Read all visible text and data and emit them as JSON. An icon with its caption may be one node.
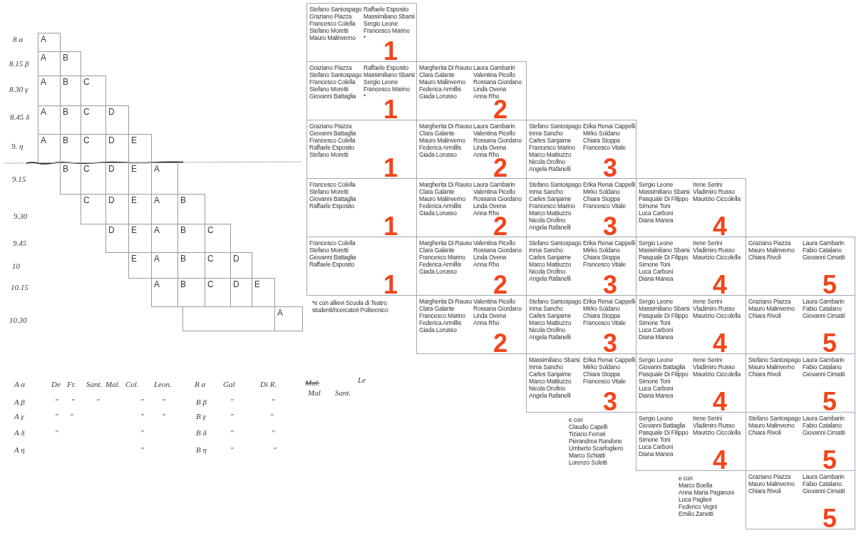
{
  "diagram": {
    "nodes": [
      {
        "text": [
          "A"
        ]
      },
      {
        "text": [
          "A"
        ]
      },
      {
        "text": [
          "B"
        ]
      },
      {
        "text": [
          "A"
        ]
      },
      {
        "text": [
          "B"
        ]
      },
      {
        "text": [
          "C"
        ]
      },
      {
        "text": [
          "A"
        ]
      },
      {
        "text": [
          "B"
        ]
      },
      {
        "text": [
          "C"
        ]
      },
      {
        "text": [
          "D"
        ]
      },
      {
        "text": [
          "A"
        ]
      },
      {
        "text": [
          "B"
        ]
      },
      {
        "text": [
          "C"
        ]
      },
      {
        "text": [
          "D"
        ]
      },
      {
        "text": [
          "E"
        ]
      },
      {
        "text": [
          "B"
        ]
      },
      {
        "text": [
          "C"
        ]
      },
      {
        "text": [
          "D"
        ]
      },
      {
        "text": [
          "E"
        ]
      },
      {
        "text": [
          "A"
        ]
      },
      {
        "text": [
          "C"
        ]
      },
      {
        "text": [
          "D"
        ]
      },
      {
        "text": [
          "E"
        ]
      },
      {
        "text": [
          "A"
        ]
      },
      {
        "text": [
          "B"
        ]
      },
      {
        "text": [
          "D"
        ]
      },
      {
        "text": [
          "E"
        ]
      },
      {
        "text": [
          "A"
        ]
      },
      {
        "text": [
          "B"
        ]
      },
      {
        "text": [
          "C"
        ]
      },
      {
        "text": [
          "E"
        ]
      },
      {
        "text": [
          "A"
        ]
      },
      {
        "text": [
          "B"
        ]
      },
      {
        "text": [
          "C"
        ]
      },
      {
        "text": [
          "D"
        ]
      },
      {
        "text": [
          "A"
        ]
      },
      {
        "text": [
          "B"
        ]
      },
      {
        "text": [
          "C"
        ]
      },
      {
        "text": [
          "D"
        ]
      },
      {
        "text": [
          "E"
        ]
      },
      {
        "text": [],
        "shape": "box"
      },
      {
        "text": [
          "A"
        ]
      },
      {
        "text": [
          "Stefano Santospago",
          "Graziano Piazza",
          "Francesco Colella",
          "Stefano Moretti",
          "Mauro Malinverno",
          "Raffaele Esposito",
          "Massimiliano Sbarsi",
          "Sergio Leone",
          "Francesco Marino",
          "*",
          "1"
        ]
      },
      {
        "text": [
          "Graziano Piazza",
          "Stefano Santospago",
          "Francesco Colella",
          "Stefano Moretti",
          "Giovanni Battaglia",
          "Raffaele Esposito",
          "Massimiliano Sbarsi",
          "Sergio Leone",
          "Francesco Marino",
          "*",
          "1"
        ]
      },
      {
        "text": [
          "Margherita Di Rauso",
          "Clara Galante",
          "Mauro Malinverno",
          "Federica Armillis",
          "Giada Lorusso",
          "Laura Gambarin",
          "Valentina Picello",
          "Rossana Giordano",
          "Linda Ovena",
          "Anna Rho",
          "2"
        ]
      },
      {
        "text": [
          "Graziano Piazza",
          "Giovanni Battaglia",
          "Francesco Colella",
          "Raffaele Esposito",
          "Stefano Moretti",
          "1"
        ]
      },
      {
        "text": [
          "Margherita Di Rauso",
          "Clara Galante",
          "Mauro Malinverno",
          "Federica Armillis",
          "Giada Lorusso",
          "Laura Gambarin",
          "Valentina Picello",
          "Rossana Giordano",
          "Linda Ovena",
          "Anna Rho",
          "2"
        ]
      },
      {
        "text": [
          "Stefano Santospago",
          "Inma Sancho",
          "Carles Sanjaime",
          "Francesco Marino",
          "Marco Mattiuzzo",
          "Nicola Orofino",
          "Angela Rafanelli",
          "Erika Renai Cappelli",
          "Mirko Soldano",
          "Chiara Stoppa",
          "Francesco Vitale",
          "3"
        ]
      },
      {
        "text": [
          "Francesco Colella",
          "Stefano Moretti",
          "Giovanni Battaglia",
          "Raffaele Esposito",
          "1"
        ]
      },
      {
        "text": [
          "Margherita Di Rauso",
          "Clara Galante",
          "Mauro Malinverno",
          "Federica Armillis",
          "Giada Lorusso",
          "Laura Gambarin",
          "Valentina Picello",
          "Rossana Giordano",
          "Linda Ovena",
          "Anna Rho",
          "2"
        ]
      },
      {
        "text": [
          "Stefano Santospago",
          "Inma Sancho",
          "Carles Sanjaime",
          "Francesco Marino",
          "Marco Mattiuzzo",
          "Nicola Orofino",
          "Angela Rafanelli",
          "Erika Renai Cappelli",
          "Mirko Soldano",
          "Chiara Stoppa",
          "Francesco Vitale",
          "3"
        ]
      },
      {
        "text": [
          "Sergio Leone",
          "Massimiliano Sbarsi",
          "Pasquale Di Filippo",
          "Simone Toni",
          "Luca Carboni",
          "Diana Manea",
          "Irene Serini",
          "Vladimiro Russo",
          "Maurizio Ciccolella",
          "4"
        ]
      },
      {
        "text": [
          "Francesco Colella",
          "Stefano Moretti",
          "Giovanni Battaglia",
          "Raffaele Esposito",
          "1"
        ]
      },
      {
        "text": [
          "Margherita Di Rauso",
          "Clara Galante",
          "Francesco Marino",
          "Federica Armillis",
          "Giada Lorusso",
          "Valentina Picello",
          "Rossana Giordano",
          "Linda Ovena",
          "Anna Rho",
          "2"
        ]
      },
      {
        "text": [
          "Stefano Santospago",
          "Inma Sancho",
          "Carles Sanjaime",
          "Marco Mattiuzzo",
          "Nicola Orofino",
          "Angela Rafanelli",
          "Erika Renai Cappelli",
          "Mirko Soldano",
          "Chiara Stoppa",
          "Francesco Vitale",
          "3"
        ]
      },
      {
        "text": [
          "Sergio Leone",
          "Massimiliano Sbarsi",
          "Pasquale Di Filippo",
          "Simone Toni",
          "Luca Carboni",
          "Diana Manea",
          "Irene Serini",
          "Vladimiro Russo",
          "Maurizio Ciccolella",
          "4"
        ]
      },
      {
        "text": [
          "Graziano Piazza",
          "Mauro Malinverno",
          "Chiara Rivoli",
          "Laura Gambarin",
          "Fabio Catalano",
          "Giovanni Cimatti",
          "5"
        ]
      },
      {
        "text": [
          "Margherita Di Rauso",
          "Clara Galante",
          "Francesco Marino",
          "Federica Armillis",
          "Giada Lorusso",
          "Valentina Picello",
          "Rossana Giordano",
          "Linda Ovena",
          "Anna Rho",
          "2"
        ]
      },
      {
        "text": [
          "Stefano Santospago",
          "Inma Sancho",
          "Carles Sanjaime",
          "Marco Mattiuzzo",
          "Nicola Orofino",
          "Angela Rafanelli",
          "Erika Renai Cappelli",
          "Mirko Soldano",
          "Chiara Stoppa",
          "Francesco Vitale",
          "3"
        ]
      },
      {
        "text": [
          "Sergio Leone",
          "Massimiliano Sbarsi",
          "Pasquale Di Filippo",
          "Simone Toni",
          "Luca Carboni",
          "Diana Manea",
          "Irene Serini",
          "Vladimiro Russo",
          "Maurizio Ciccolella",
          "4"
        ]
      },
      {
        "text": [
          "Graziano Piazza",
          "Mauro Malinverno",
          "Chiara Rivoli",
          "Laura Gambarin",
          "Fabio Catalano",
          "Giovanni Cimatti",
          "5"
        ]
      },
      {
        "text": [
          "Massimiliano Sbarsi",
          "Inma Sancho",
          "Carles Sanjaime",
          "Marco Mattiuzzo",
          "Nicola Orofino",
          "Angela Rafanelli",
          "Erika Renai Cappelli",
          "Mirko Soldano",
          "Chiara Stoppa",
          "Francesco Vitale",
          "3"
        ]
      },
      {
        "text": [
          "Sergio Leone",
          "Giovanni Battaglia",
          "Pasquale Di Filippo",
          "Simone Toni",
          "Luca Carboni",
          "Diana Manea",
          "Irene Serini",
          "Vladimiro Russo",
          "Maurizio Ciccolella",
          "4"
        ]
      },
      {
        "text": [
          "Stefano Santospago",
          "Mauro Malinverno",
          "Chiara Rivoli",
          "Laura Gambarin",
          "Fabio Catalano",
          "Giovanni Cimatti",
          "5"
        ]
      },
      {
        "text": [
          "Sergio Leone",
          "Giovanni Battaglia",
          "Pasquale Di Filippo",
          "Simone Toni",
          "Luca Carboni",
          "Diana Manea",
          "Irene Serini",
          "Vladimiro Russo",
          "Maurizio Ciccolella",
          "4"
        ]
      },
      {
        "text": [
          "Stefano Santospago",
          "Mauro Malinverno",
          "Chiara Rivoli",
          "Laura Gambarin",
          "Fabio Catalano",
          "Giovanni Cimatti",
          "5"
        ]
      },
      {
        "text": [
          "Graziano Piazza",
          "Mauro Malinverno",
          "Chiara Rivoli",
          "Laura Gambarin",
          "Fabio Catalano",
          "Giovanni Cimatti",
          "5"
        ]
      }
    ],
    "labels": [
      "8 α",
      "8.15 β",
      "8.30 γ",
      "8.45 δ",
      "9. η",
      "9.15",
      "9.30",
      "9.45",
      "10",
      "10.15",
      "10.30",
      "A α",
      "De",
      "Fr.",
      "Sant.",
      "Mal.",
      "Col.",
      "Leon.",
      "B α",
      "Gal",
      "Di R.",
      "Mal.",
      "Le",
      "Mal",
      "Sant.",
      "A β",
      "\"",
      "\"",
      "\"",
      "\"",
      "\"",
      "B β",
      "\"",
      "\"",
      "A γ",
      "\"",
      "\"",
      "\"",
      "\"",
      "B γ",
      "\"",
      "\"",
      "A δ",
      "\"",
      "\"",
      "B δ",
      "\"",
      "\"",
      "A η",
      "\"",
      "B η",
      "\"",
      "\"",
      "*e con allievi Scuola di Teatro studenti/ricercatori Politecnico",
      "e con",
      "Claudio Capelli",
      "Tiziano Ferrari",
      "Pierandrea Randone",
      "Umberto Scarfogliero",
      "Marco Schiatti",
      "Lorenzo Soletti",
      "e con",
      "Marco Boella",
      "Anna Maria Paganoni",
      "Luca Paglieri",
      "Federico Vegni",
      "Emilio Zanetti"
    ]
  }
}
